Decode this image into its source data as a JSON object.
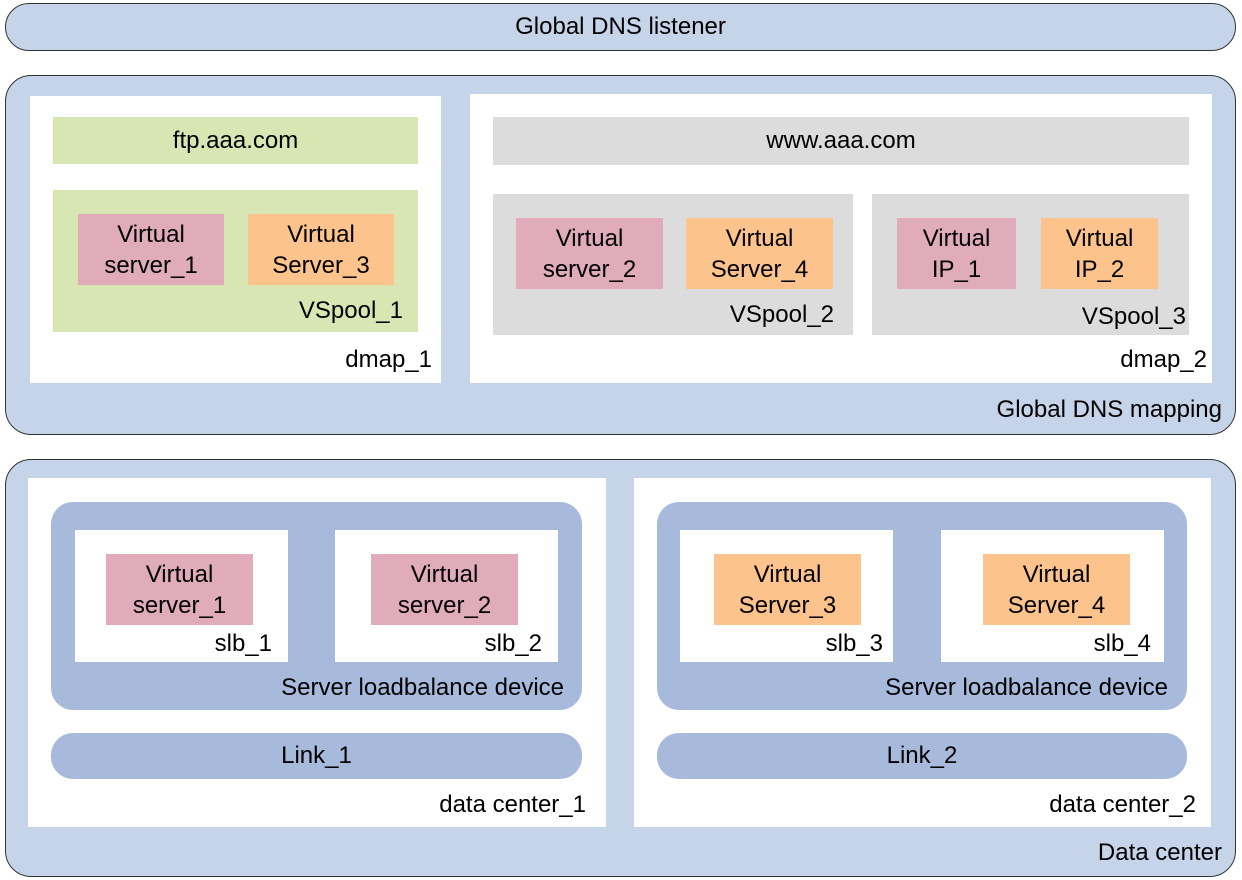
{
  "listener": {
    "label": "Global DNS listener"
  },
  "mapping": {
    "label": "Global DNS mapping",
    "dmap_1": {
      "label": "dmap_1",
      "domain": "ftp.aaa.com",
      "pool": {
        "label": "VSpool_1",
        "items": [
          {
            "line1": "Virtual",
            "line2": "server_1"
          },
          {
            "line1": "Virtual",
            "line2": "Server_3"
          }
        ]
      }
    },
    "dmap_2": {
      "label": "dmap_2",
      "domain": "www.aaa.com",
      "pool_2": {
        "label": "VSpool_2",
        "items": [
          {
            "line1": "Virtual",
            "line2": "server_2"
          },
          {
            "line1": "Virtual",
            "line2": "Server_4"
          }
        ]
      },
      "pool_3": {
        "label": "VSpool_3",
        "items": [
          {
            "line1": "Virtual",
            "line2": "IP_1"
          },
          {
            "line1": "Virtual",
            "line2": "IP_2"
          }
        ]
      }
    }
  },
  "datacenter": {
    "label": "Data center",
    "dc_1": {
      "label": "data center_1",
      "device_label": "Server loadbalance device",
      "link": "Link_1",
      "slbs": [
        {
          "label": "slb_1",
          "line1": "Virtual",
          "line2": "server_1"
        },
        {
          "label": "slb_2",
          "line1": "Virtual",
          "line2": "server_2"
        }
      ]
    },
    "dc_2": {
      "label": "data center_2",
      "device_label": "Server loadbalance device",
      "link": "Link_2",
      "slbs": [
        {
          "label": "slb_3",
          "line1": "Virtual",
          "line2": "Server_3"
        },
        {
          "label": "slb_4",
          "line1": "Virtual",
          "line2": "Server_4"
        }
      ]
    }
  }
}
